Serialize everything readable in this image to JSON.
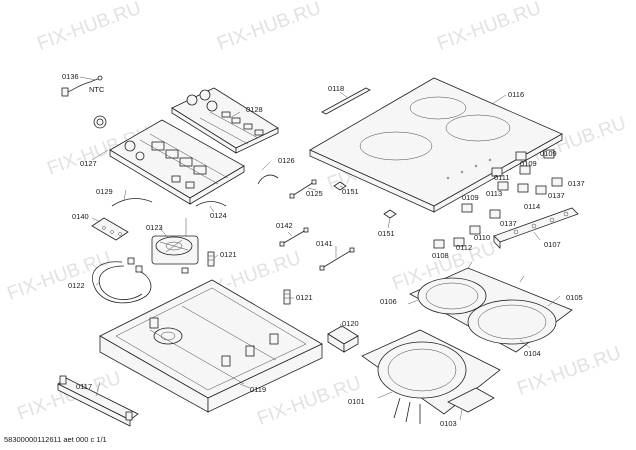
{
  "watermark": "FIX-HUB.RU",
  "footer": "58300000112611 aet 000 c 1/1",
  "labels": {
    "l0136": "0136",
    "ntc": "NTC",
    "l0128": "0128",
    "l0127": "0127",
    "l0126": "0126",
    "l0129": "0129",
    "l0124": "0124",
    "l0140": "0140",
    "l0123": "0123",
    "l0121a": "0121",
    "l0121b": "0121",
    "l0122": "0122",
    "l0120": "0120",
    "l0117": "0117",
    "l0119": "0119",
    "l0118": "0118",
    "l0116": "0116",
    "l0125": "0125",
    "l0151a": "0151",
    "l0142": "0142",
    "l0141": "0141",
    "l0151b": "0151",
    "l0109a": "0109",
    "l0109b": "0109",
    "l0109c": "0109",
    "l0111": "0111",
    "l0113": "0113",
    "l0114": "0114",
    "l0137a": "0137",
    "l0137b": "0137",
    "l0137c": "0137",
    "l0108": "0108",
    "l0112": "0112",
    "l0110": "0110",
    "l0107": "0107",
    "l0106": "0106",
    "l0105": "0105",
    "l0104": "0104",
    "l0101": "0101",
    "l0103": "0103"
  }
}
